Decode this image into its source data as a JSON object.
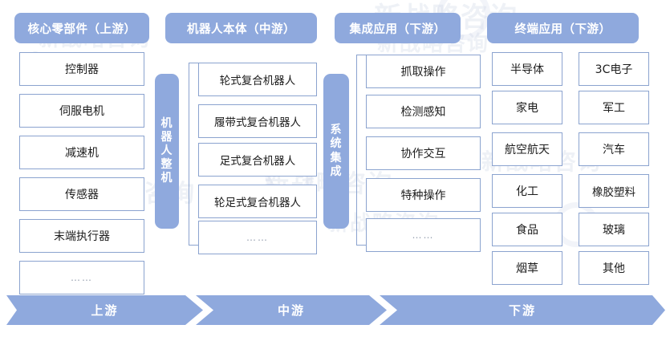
{
  "columns": [
    {
      "id": "upstream-core-components",
      "header": "核心零部件（上游）",
      "items": [
        "控制器",
        "伺服电机",
        "减速机",
        "传感器",
        "末端执行器",
        "……"
      ]
    },
    {
      "id": "midstream-robot-body",
      "header": "机器人本体（中游）",
      "vertical_bar": "机器人整机",
      "items": [
        "轮式复合机器人",
        "履带式复合机器人",
        "足式复合机器人",
        "轮足式复合机器人",
        "……"
      ]
    },
    {
      "id": "downstream-integrated-application",
      "header": "集成应用（下游）",
      "vertical_bar": "系统集成",
      "items": [
        "抓取操作",
        "检测感知",
        "协作交互",
        "特种操作",
        "……"
      ]
    },
    {
      "id": "downstream-terminal-application",
      "header": "终端应用（下游）",
      "items_left": [
        "半导体",
        "家电",
        "航空航天",
        "化工",
        "食品",
        "烟草"
      ],
      "items_right": [
        "3C电子",
        "军工",
        "汽车",
        "橡胶塑料",
        "玻璃",
        "其他"
      ]
    }
  ],
  "flow_arrows": [
    {
      "label": "上游"
    },
    {
      "label": "中游"
    },
    {
      "label": "下游"
    }
  ],
  "vertical_bars": {
    "robot_whole_machine": [
      "机",
      "器",
      "人",
      "整",
      "机"
    ],
    "system_integration": [
      "系",
      "统",
      "集",
      "成"
    ]
  },
  "watermark": {
    "text_a": "新战略",
    "text_b": "咨询",
    "text_c": "新战略咨询"
  },
  "colors": {
    "accent": "#8fa9dd",
    "box_border": "#8ba3cf",
    "box_fill": "#ffffff",
    "text": "#1c1c1c",
    "header_text": "#ffffff",
    "ellipsis_text": "#9aa3b2",
    "background": "#ffffff"
  }
}
